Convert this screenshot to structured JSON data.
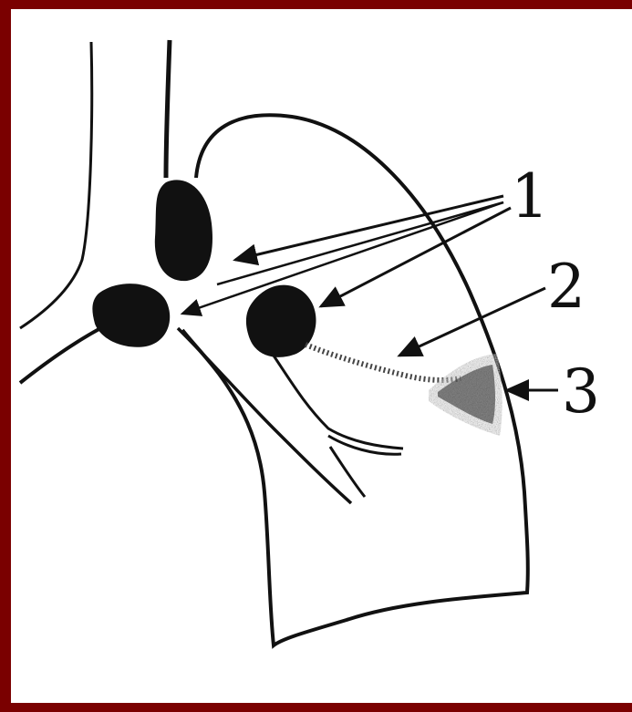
{
  "figure": {
    "labels": {
      "one": "1",
      "two": "2",
      "three": "3"
    },
    "colors": {
      "border": "#7a0000",
      "ink": "#111111",
      "background": "#ffffff"
    }
  }
}
